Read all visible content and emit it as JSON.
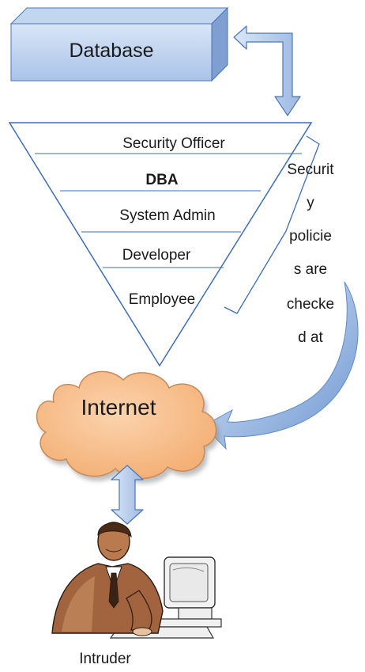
{
  "database": {
    "label": "Database"
  },
  "layers": [
    {
      "label": "Security Officer"
    },
    {
      "label": "DBA"
    },
    {
      "label": "System Admin"
    },
    {
      "label": "Developer"
    },
    {
      "label": "Employee"
    }
  ],
  "policy_note": {
    "lines": [
      "Securit",
      "y",
      "policie",
      "s are",
      "checke",
      "d at"
    ]
  },
  "internet": {
    "label": "Internet"
  },
  "intruder": {
    "label": "Intruder"
  },
  "colors": {
    "box_front_top": "#d9e6f7",
    "box_front_bottom": "#a9c3e8",
    "box_top": "#c3d6f0",
    "box_side": "#7e9fd0",
    "outline_blue": "#4a76b8",
    "arrow_fill_light": "#dbe7f7",
    "arrow_fill_dark": "#7fa5d8",
    "cloud_fill": "#f7bf8c",
    "cloud_stroke": "#c9895a",
    "figure_brown": "#a1643f"
  }
}
